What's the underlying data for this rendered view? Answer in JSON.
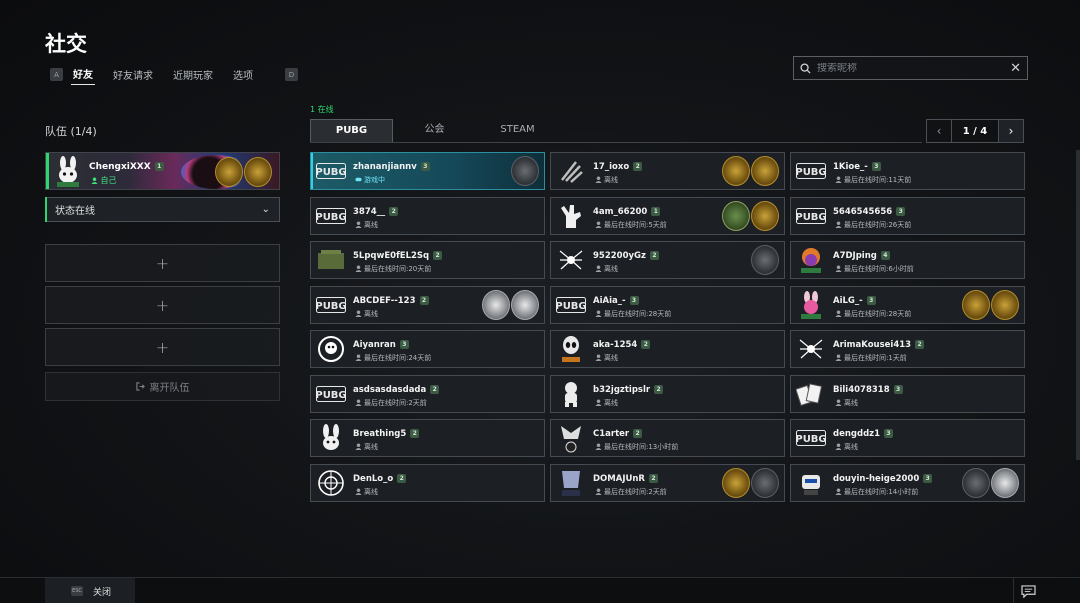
{
  "page": {
    "title": "社交"
  },
  "nav": {
    "left_key": "A",
    "right_key": "D",
    "tabs": [
      {
        "label": "好友",
        "active": true
      },
      {
        "label": "好友请求",
        "active": false
      },
      {
        "label": "近期玩家",
        "active": false
      },
      {
        "label": "选项",
        "active": false
      }
    ]
  },
  "search": {
    "placeholder": "搜索昵称",
    "value": ""
  },
  "team": {
    "title": "队伍 (1/4)",
    "me": {
      "name": "ChengxiXXX",
      "level": "1",
      "status": "自己"
    },
    "status_select": "状态在线",
    "leave_label": "离开队伍"
  },
  "friends": {
    "online_count": "1 在线",
    "tabs": [
      {
        "label": "PUBG",
        "active": true
      },
      {
        "label": "公会",
        "active": false
      },
      {
        "label": "STEAM",
        "active": false
      }
    ],
    "page_indicator": "1 / 4",
    "list": [
      {
        "name": "zhananjiannv",
        "level": "3",
        "status": "游戏中",
        "avatar": "pubg-logo",
        "emblems": [
          "dark"
        ],
        "highlight": true
      },
      {
        "name": "17_ioxo",
        "level": "2",
        "status": "离线",
        "avatar": "claw-mark",
        "emblems": [
          "gold",
          "gold"
        ]
      },
      {
        "name": "1Kioe_-",
        "level": "3",
        "status": "最后在线时间:11天前",
        "avatar": "pubg-logo",
        "emblems": []
      },
      {
        "name": "3874__",
        "level": "2",
        "status": "离线",
        "avatar": "pubg-logo",
        "emblems": []
      },
      {
        "name": "4am_66200",
        "level": "1",
        "status": "最后在线时间:5天前",
        "avatar": "hand-gesture",
        "emblems": [
          "green",
          "gold"
        ]
      },
      {
        "name": "5646545656",
        "level": "3",
        "status": "最后在线时间:26天前",
        "avatar": "pubg-logo",
        "emblems": []
      },
      {
        "name": "5LpqwE0fEL2Sq",
        "level": "2",
        "status": "最后在线时间:20天前",
        "avatar": "crate",
        "emblems": []
      },
      {
        "name": "952200yGz",
        "level": "2",
        "status": "离线",
        "avatar": "spider",
        "emblems": [
          "dark"
        ]
      },
      {
        "name": "A7DJping",
        "level": "4",
        "status": "最后在线时间:6小时前",
        "avatar": "cartoon",
        "emblems": []
      },
      {
        "name": "ABCDEF--123",
        "level": "2",
        "status": "离线",
        "avatar": "pubg-logo",
        "emblems": [
          "silver",
          "silver"
        ]
      },
      {
        "name": "AiAia_-",
        "level": "3",
        "status": "最后在线时间:28天前",
        "avatar": "pubg-logo",
        "emblems": []
      },
      {
        "name": "AiLG_-",
        "level": "3",
        "status": "最后在线时间:28天前",
        "avatar": "bunny-pink",
        "emblems": [
          "gold",
          "gold"
        ]
      },
      {
        "name": "Aiyanran",
        "level": "3",
        "status": "最后在线时间:24天前",
        "avatar": "skull-mask",
        "emblems": []
      },
      {
        "name": "aka-1254",
        "level": "2",
        "status": "离线",
        "avatar": "alien",
        "emblems": []
      },
      {
        "name": "ArimaKousei413",
        "level": "2",
        "status": "最后在线时间:1天前",
        "avatar": "spider",
        "emblems": []
      },
      {
        "name": "asdsasdasdada",
        "level": "2",
        "status": "最后在线时间:2天前",
        "avatar": "pubg-logo",
        "emblems": []
      },
      {
        "name": "b32jgztipslr",
        "level": "2",
        "status": "离线",
        "avatar": "voodoo-doll",
        "emblems": []
      },
      {
        "name": "Bili4078318",
        "level": "3",
        "status": "离线",
        "avatar": "playing-cards",
        "emblems": []
      },
      {
        "name": "Breathing5",
        "level": "2",
        "status": "离线",
        "avatar": "bunny",
        "emblems": []
      },
      {
        "name": "C1arter",
        "level": "2",
        "status": "最后在线时间:13小时前",
        "avatar": "rth-logo",
        "emblems": []
      },
      {
        "name": "dengddz1",
        "level": "3",
        "status": "离线",
        "avatar": "pubg-logo",
        "emblems": []
      },
      {
        "name": "DenLo_o",
        "level": "2",
        "status": "离线",
        "avatar": "crosshair",
        "emblems": []
      },
      {
        "name": "DOMAJUnR",
        "level": "2",
        "status": "最后在线时间:2天前",
        "avatar": "rap-logo",
        "emblems": [
          "gold",
          "dark"
        ]
      },
      {
        "name": "douyin-heige2000",
        "level": "3",
        "status": "最后在线时间:14小时前",
        "avatar": "robot",
        "emblems": [
          "dark",
          "silver"
        ]
      }
    ]
  },
  "bottom": {
    "close_label": "关闭",
    "close_key": "ESC"
  },
  "colors": {
    "accent_green": "#2fd66f",
    "highlight_cyan": "#34d0e8"
  }
}
